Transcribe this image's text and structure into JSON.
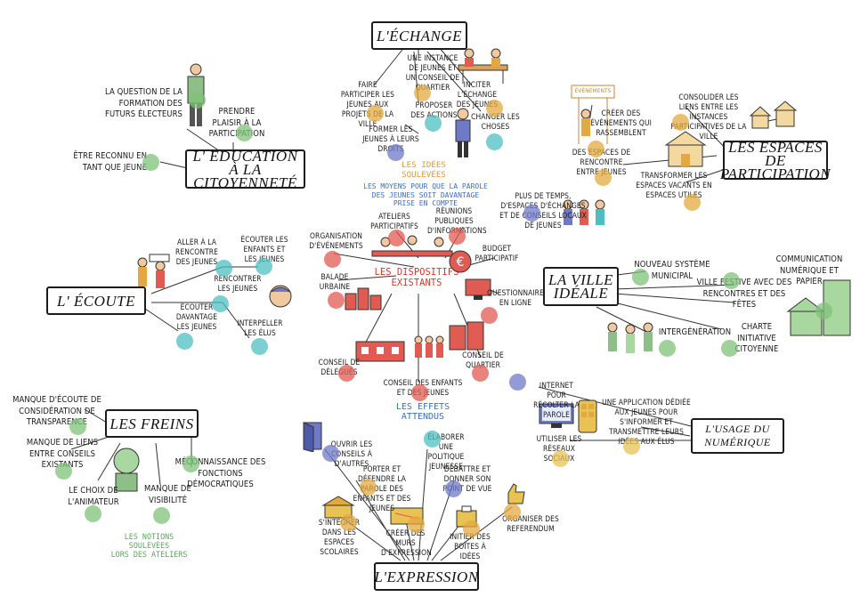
{
  "colors": {
    "green": "#7fc27a",
    "orange": "#e3a940",
    "teal": "#4dbfc0",
    "red": "#e05b52",
    "purple": "#6e79c8",
    "gold": "#e8c253",
    "sub_orange": "#e39a2b",
    "sub_blue": "#3a6fc4",
    "sub_red": "#d23a2e",
    "sub_green": "#5aa85a"
  },
  "banners": {
    "echange": "L'ÉCHANGE",
    "education_1": "L' EDUCATION À LA",
    "education_2": "CITOYENNETÉ",
    "espaces_1": "LES ESPACES DE",
    "espaces_2": "PARTICIPATION",
    "ecoute": "L' ÉCOUTE",
    "dispositifs_1": "LES DISPOSITIFS",
    "dispositifs_2": "EXISTANTS",
    "ville_1": "LA VILLE",
    "ville_2": "IDÉALE",
    "freins": "LES FREINS",
    "numerique_1": "L'USAGE DU",
    "numerique_2": "NUMÉRIQUE",
    "expression": "L'EXPRESSION",
    "evenements_sign": "ÉVÉNEMENTS"
  },
  "subtitles": {
    "idees_1": "LES IDÉES",
    "idees_2": "SOULEVÉES",
    "moyens_1": "LES MOYENS POUR QUE LA PAROLE",
    "moyens_2": "DES JEUNES SOIT DAVANTAGE",
    "moyens_3": "PRISE EN COMPTE",
    "effets_1": "LES EFFETS",
    "effets_2": "ATTENDUS",
    "notions_1": "LES NOTIONS",
    "notions_2": "SOULEVÉES",
    "notions_3": "LORS DES ATELIERS"
  },
  "labels": {
    "instance": "UNE INSTANCE DE JEUNES ET UN CONSEIL DE QUARTIER",
    "faire_participer": "FAIRE PARTICIPER LES JEUNES AUX PROJETS DE LA VILLE",
    "inciter": "INCITER L'ÉCHANGE DES JEUNES",
    "proposer": "PROPOSER DES ACTIONS",
    "changer": "CHANGER LES CHOSES",
    "former": "FORMER LES JEUNES À LEURS DROITS",
    "formation": "LA QUESTION DE LA FORMATION DES FUTURS ÉLECTEURS",
    "plaisir": "PRENDRE PLAISIR À LA PARTICIPATION",
    "reconnu": "ÊTRE RECONNU EN TANT QUE JEUNE",
    "creer_evenements": "CRÉER DES ÉVÉNEMENTS QUI RASSEMBLENT",
    "consolider": "CONSOLIDER LES LIENS ENTRE LES INSTANCES PARTICIPATIVES DE LA VILLE",
    "espaces_rencontre": "DES ESPACES DE RENCONTRE ENTRE JEUNES",
    "transformer": "TRANSFORMER LES ESPACES VACANTS EN ESPACES UTILES",
    "plus_temps": "PLUS DE TEMPS, D'ESPACES D'ÉCHANGES ET DE CONSEILS LOCAUX DE JEUNES",
    "aller": "ALLER À LA RENCONTRE DES JEUNES",
    "ecouter_enfants": "ÉCOUTER LES ENFANTS ET LES JEUNES",
    "rencontrer": "RENCONTRER LES JEUNES",
    "ecouter_davantage": "ÉCOUTER DAVANTAGE LES JEUNES",
    "interpeller": "INTERPELLER LES ÉLUS",
    "organisation": "ORGANISATION D'ÉVÉNEMENTS",
    "ateliers": "ATELIERS PARTICIPATIFS",
    "reunions": "RÉUNIONS PUBLIQUES D'INFORMATIONS",
    "budget": "BUDGET PARTICIPATIF",
    "balade": "BALADE URBAINE",
    "questionnaire": "QUESTIONNAIRE EN LIGNE",
    "conseil_delegues": "CONSEIL DE DÉLÉGUÉS",
    "conseil_enfants": "CONSEIL DES ENFANTS ET DES JEUNES",
    "conseil_quartier": "CONSEIL DE QUARTIER",
    "nouveau_systeme": "NOUVEAU SYSTÈME MUNICIPAL",
    "communication": "COMMUNICATION NUMÉRIQUE ET PAPIER",
    "ville_festive": "VILLE FESTIVE AVEC DES RENCONTRES ET DES FÊTES",
    "intergeneration": "INTERGÉNÉRATION",
    "charte": "CHARTE INITIATIVE CITOYENNE",
    "manque_ecoute": "MANQUE D'ÉCOUTE DE CONSIDÉRATION DE TRANSPARENCE",
    "manque_liens": "MANQUE DE LIENS ENTRE CONSEILS EXISTANTS",
    "meconnaissance": "MÉCONNAISSANCE DES FONCTIONS DÉMOCRATIQUES",
    "choix_animateur": "LE CHOIX DE L'ANIMATEUR",
    "manque_visibilite": "MANQUE DE VISIBILITÉ",
    "internet": "INTERNET POUR RÉCOLTER LA PAROLE",
    "application": "UNE APPLICATION DÉDIÉE AUX JEUNES POUR S'INFORMER ET TRANSMETTRE LEURS IDÉES AUX ÉLUS",
    "reseaux": "UTILISER LES RÉSEAUX SOCIAUX",
    "ouvrir": "OUVRIR LES CONSEILS À D'AUTRES",
    "elaborer": "ÉLABORER UNE POLITIQUE JEUNESSE",
    "porter": "PORTER ET DÉFENDRE LA PAROLE DES ENFANTS ET DES JEUNES",
    "debattre": "DÉBATTRE ET DONNER SON POINT DE VUE",
    "integrer": "S'INTÉGRER DANS LES ESPACES SCOLAIRES",
    "creer_murs": "CRÉER DES MURS D'EXPRESSION",
    "initier": "INITIER DES BOÎTES À IDÉES",
    "referendum": "ORGANISER DES REFERENDUM"
  }
}
